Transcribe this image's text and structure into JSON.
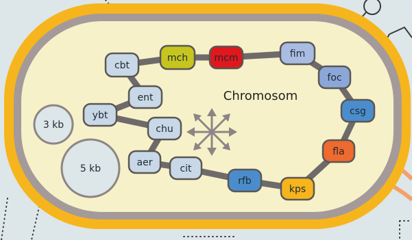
{
  "diagram": {
    "title": "Chromosom",
    "plasmids": [
      {
        "id": "p3",
        "label": "3 kb"
      },
      {
        "id": "p5",
        "label": "5 kb"
      }
    ],
    "genes": [
      {
        "id": "cbt",
        "label": "cbt",
        "color": "#c8d8e6"
      },
      {
        "id": "mch",
        "label": "mch",
        "color": "#c5c51e"
      },
      {
        "id": "mcm",
        "label": "mcm",
        "color": "#e0171c"
      },
      {
        "id": "fim",
        "label": "fim",
        "color": "#a9bde3"
      },
      {
        "id": "ent",
        "label": "ent",
        "color": "#c8d8e6"
      },
      {
        "id": "foc",
        "label": "foc",
        "color": "#8aa7d8"
      },
      {
        "id": "ybt",
        "label": "ybt",
        "color": "#c8d8e6"
      },
      {
        "id": "csg",
        "label": "csg",
        "color": "#4b8dcc"
      },
      {
        "id": "chu",
        "label": "chu",
        "color": "#c8d8e6"
      },
      {
        "id": "fla",
        "label": "fla",
        "color": "#ee6a2e"
      },
      {
        "id": "aer",
        "label": "aer",
        "color": "#c8d8e6"
      },
      {
        "id": "cit",
        "label": "cit",
        "color": "#c8d8e6"
      },
      {
        "id": "rfb",
        "label": "rfb",
        "color": "#4b8dcc"
      },
      {
        "id": "kps",
        "label": "kps",
        "color": "#f6b51c"
      }
    ],
    "edges": [
      [
        "cbt",
        "mch"
      ],
      [
        "mch",
        "mcm"
      ],
      [
        "mcm",
        "fim"
      ],
      [
        "fim",
        "foc"
      ],
      [
        "foc",
        "csg"
      ],
      [
        "csg",
        "fla"
      ],
      [
        "fla",
        "kps"
      ],
      [
        "kps",
        "rfb"
      ],
      [
        "rfb",
        "cit"
      ],
      [
        "cit",
        "aer"
      ],
      [
        "aer",
        "chu"
      ],
      [
        "chu",
        "ybt"
      ],
      [
        "ybt",
        "ent"
      ],
      [
        "ent",
        "cbt"
      ]
    ],
    "colors": {
      "background": "#dde6e8",
      "outer_membrane": "#f6b51c",
      "inner_membrane": "#a59a9a",
      "cytoplasm": "#f7f1c9",
      "edge": "#6f6a6a",
      "node_stroke": "#5b5656"
    },
    "icons": [
      "move-arrows-icon",
      "molecule-icon"
    ]
  }
}
